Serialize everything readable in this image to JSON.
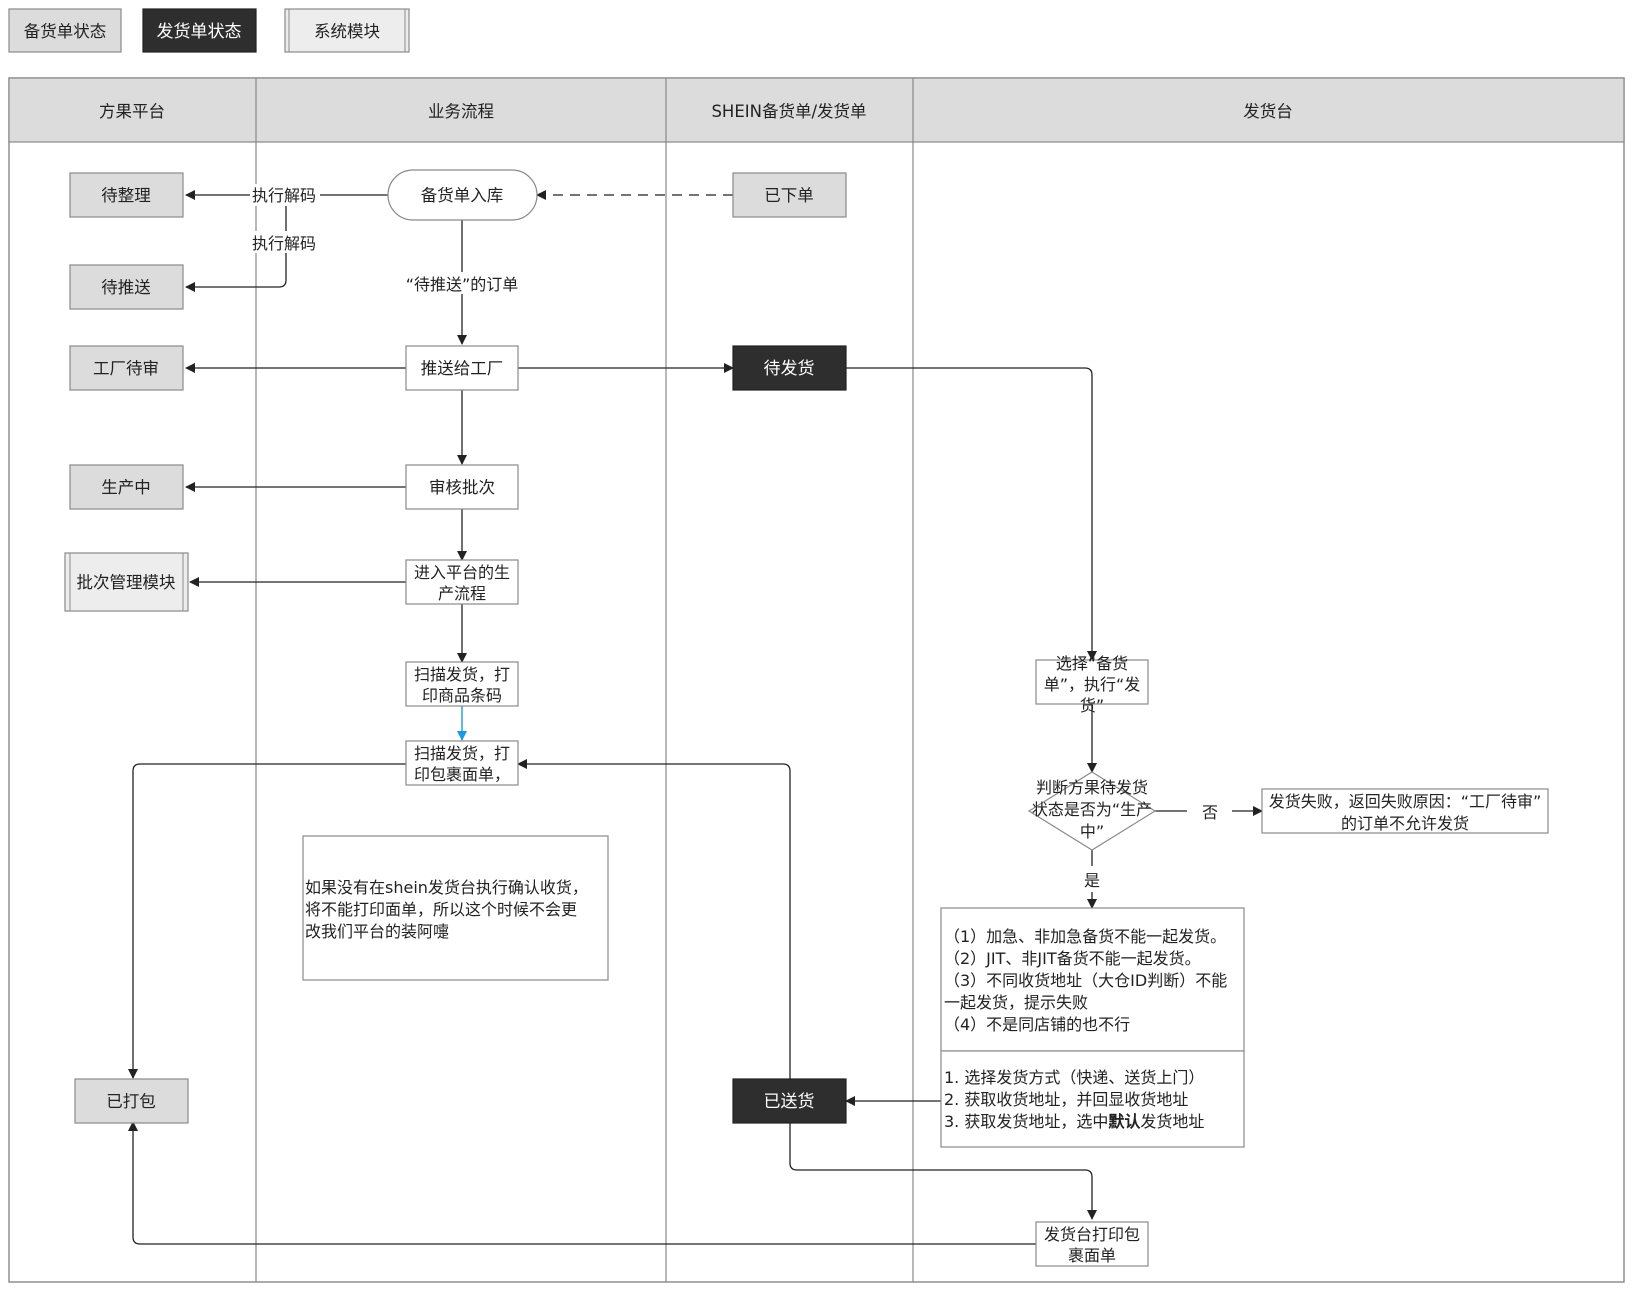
{
  "legend": {
    "stock_status": "备货单状态",
    "shipping_status": "发货单状态",
    "system_module": "系统模块"
  },
  "lanes": [
    "方果平台",
    "业务流程",
    "SHEIN备货单/发货单",
    "发货台"
  ],
  "platform": {
    "to_organize": "待整理",
    "to_push": "待推送",
    "factory_review": "工厂待审",
    "in_production": "生产中",
    "batch_module": "批次管理模块",
    "packed": "已打包"
  },
  "process": {
    "stock_in": "备货单入库",
    "pending_push_orders": "“待推送”的订单",
    "push_to_factory": "推送给工厂",
    "review_batch": [
      "审核批次"
    ],
    "enter_production": [
      "进入平台的生",
      "产流程"
    ],
    "scan_barcode": [
      "扫描发货，打",
      "印商品条码"
    ],
    "scan_waybill": [
      "扫描发货，打",
      "印包裹面单，"
    ],
    "note": [
      "如果没有在shein发货台执行确认收货，",
      "将不能打印面单，所以这个时候不会更",
      "改我们平台的装阿嚏"
    ]
  },
  "shein": {
    "ordered": "已下单",
    "to_ship": "待发货",
    "delivered": "已送货"
  },
  "shipping_desk": {
    "select_order": [
      "选择“备货",
      "单”，执行“发",
      "货”"
    ],
    "decision": [
      "判断方果待发货",
      "状态是否为“生产",
      "中”"
    ],
    "no_label": "否",
    "yes_label": "是",
    "fail_msg": [
      "发货失败，返回失败原因：“工厂待审”",
      "的订单不允许发货"
    ],
    "rules": [
      "（1）加急、非加急备货不能一起发货。",
      "（2）JIT、非JIT备货不能一起发货。",
      "（3）不同收货地址（大仓ID判断）不能",
      "一起发货，提示失败",
      "（4）不是同店铺的也不行"
    ],
    "steps": [
      "1. 选择发货方式（快递、送货上门）",
      "2. 获取收货地址，并回显收货地址",
      "3. 获取发货地址，选中",
      "默认",
      "发货地址"
    ],
    "print_waybill": [
      "发货台打印包",
      "裹面单"
    ]
  },
  "edge_labels": {
    "decode_1": "执行解码",
    "decode_2": "执行解码"
  },
  "colors": {
    "status_box": "#dcdcdc",
    "shipping_status_box": "#2e2e2e",
    "line": "#222222",
    "highlight_arrow": "#1a9be0"
  }
}
